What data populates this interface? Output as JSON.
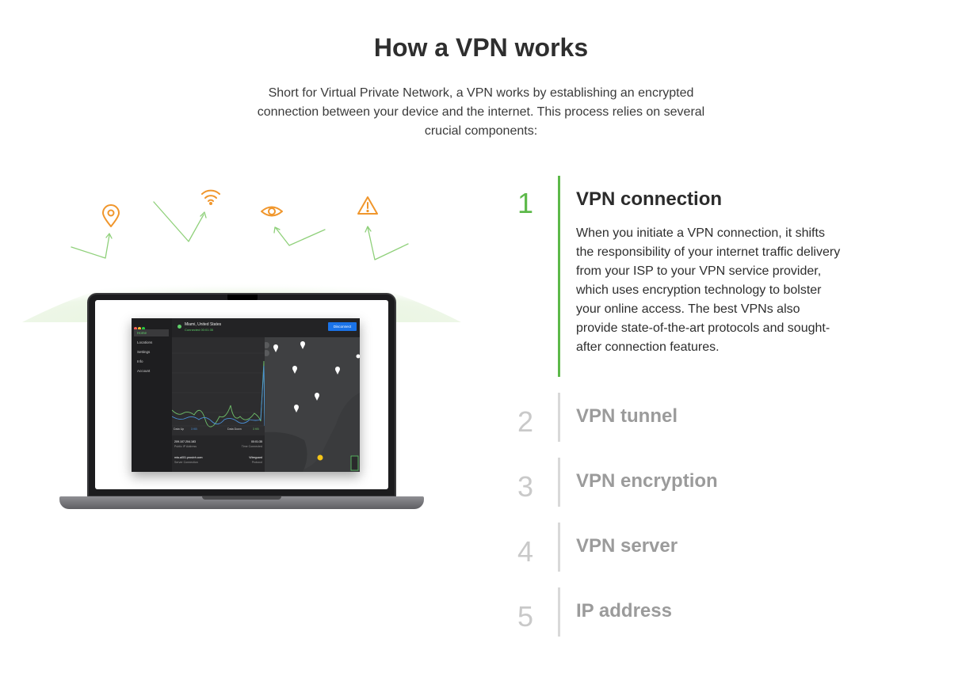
{
  "header": {
    "title": "How a VPN works",
    "intro": "Short for Virtual Private Network, a VPN works by establishing an encrypted connection between your device and the internet. This process relies on several crucial components:"
  },
  "illustration": {
    "icons": [
      "location-pin-icon",
      "wifi-icon",
      "eye-icon",
      "warning-icon"
    ],
    "icon_color": "#f0962c",
    "arrow_color": "#8fd07a",
    "app": {
      "location": "Miami, United States",
      "status": "Connected  00:01:35",
      "disconnect_label": "Disconnect",
      "sidebar": [
        "Home",
        "Locations",
        "Settings",
        "Info",
        "Account"
      ],
      "data_up_label": "Data Up",
      "data_up_value": "3 KB",
      "data_down_label": "Data Down",
      "data_down_value": "3 KB",
      "ip_value": "209.107.204.183",
      "ip_label": "Public IP Address",
      "time_value": "00:01:35",
      "time_label": "Time Connected",
      "server_value": "mia-a001.prostvh.com",
      "server_label": "Server Connection",
      "protocol_value": "Wireguard",
      "protocol_label": "Protocol"
    }
  },
  "steps": [
    {
      "number": "1",
      "title": "VPN connection",
      "active": true,
      "description": "When you initiate a VPN connection, it shifts the responsibility of your internet traffic delivery from your ISP to your VPN service provider, which uses encryption technology to bolster your online access. The best VPNs also provide state-of-the-art protocols and sought-after connection features."
    },
    {
      "number": "2",
      "title": "VPN tunnel",
      "active": false
    },
    {
      "number": "3",
      "title": "VPN encryption",
      "active": false
    },
    {
      "number": "4",
      "title": "VPN server",
      "active": false
    },
    {
      "number": "5",
      "title": "IP address",
      "active": false
    }
  ],
  "colors": {
    "accent": "#5db94a",
    "inactive": "#9b9b9b"
  }
}
